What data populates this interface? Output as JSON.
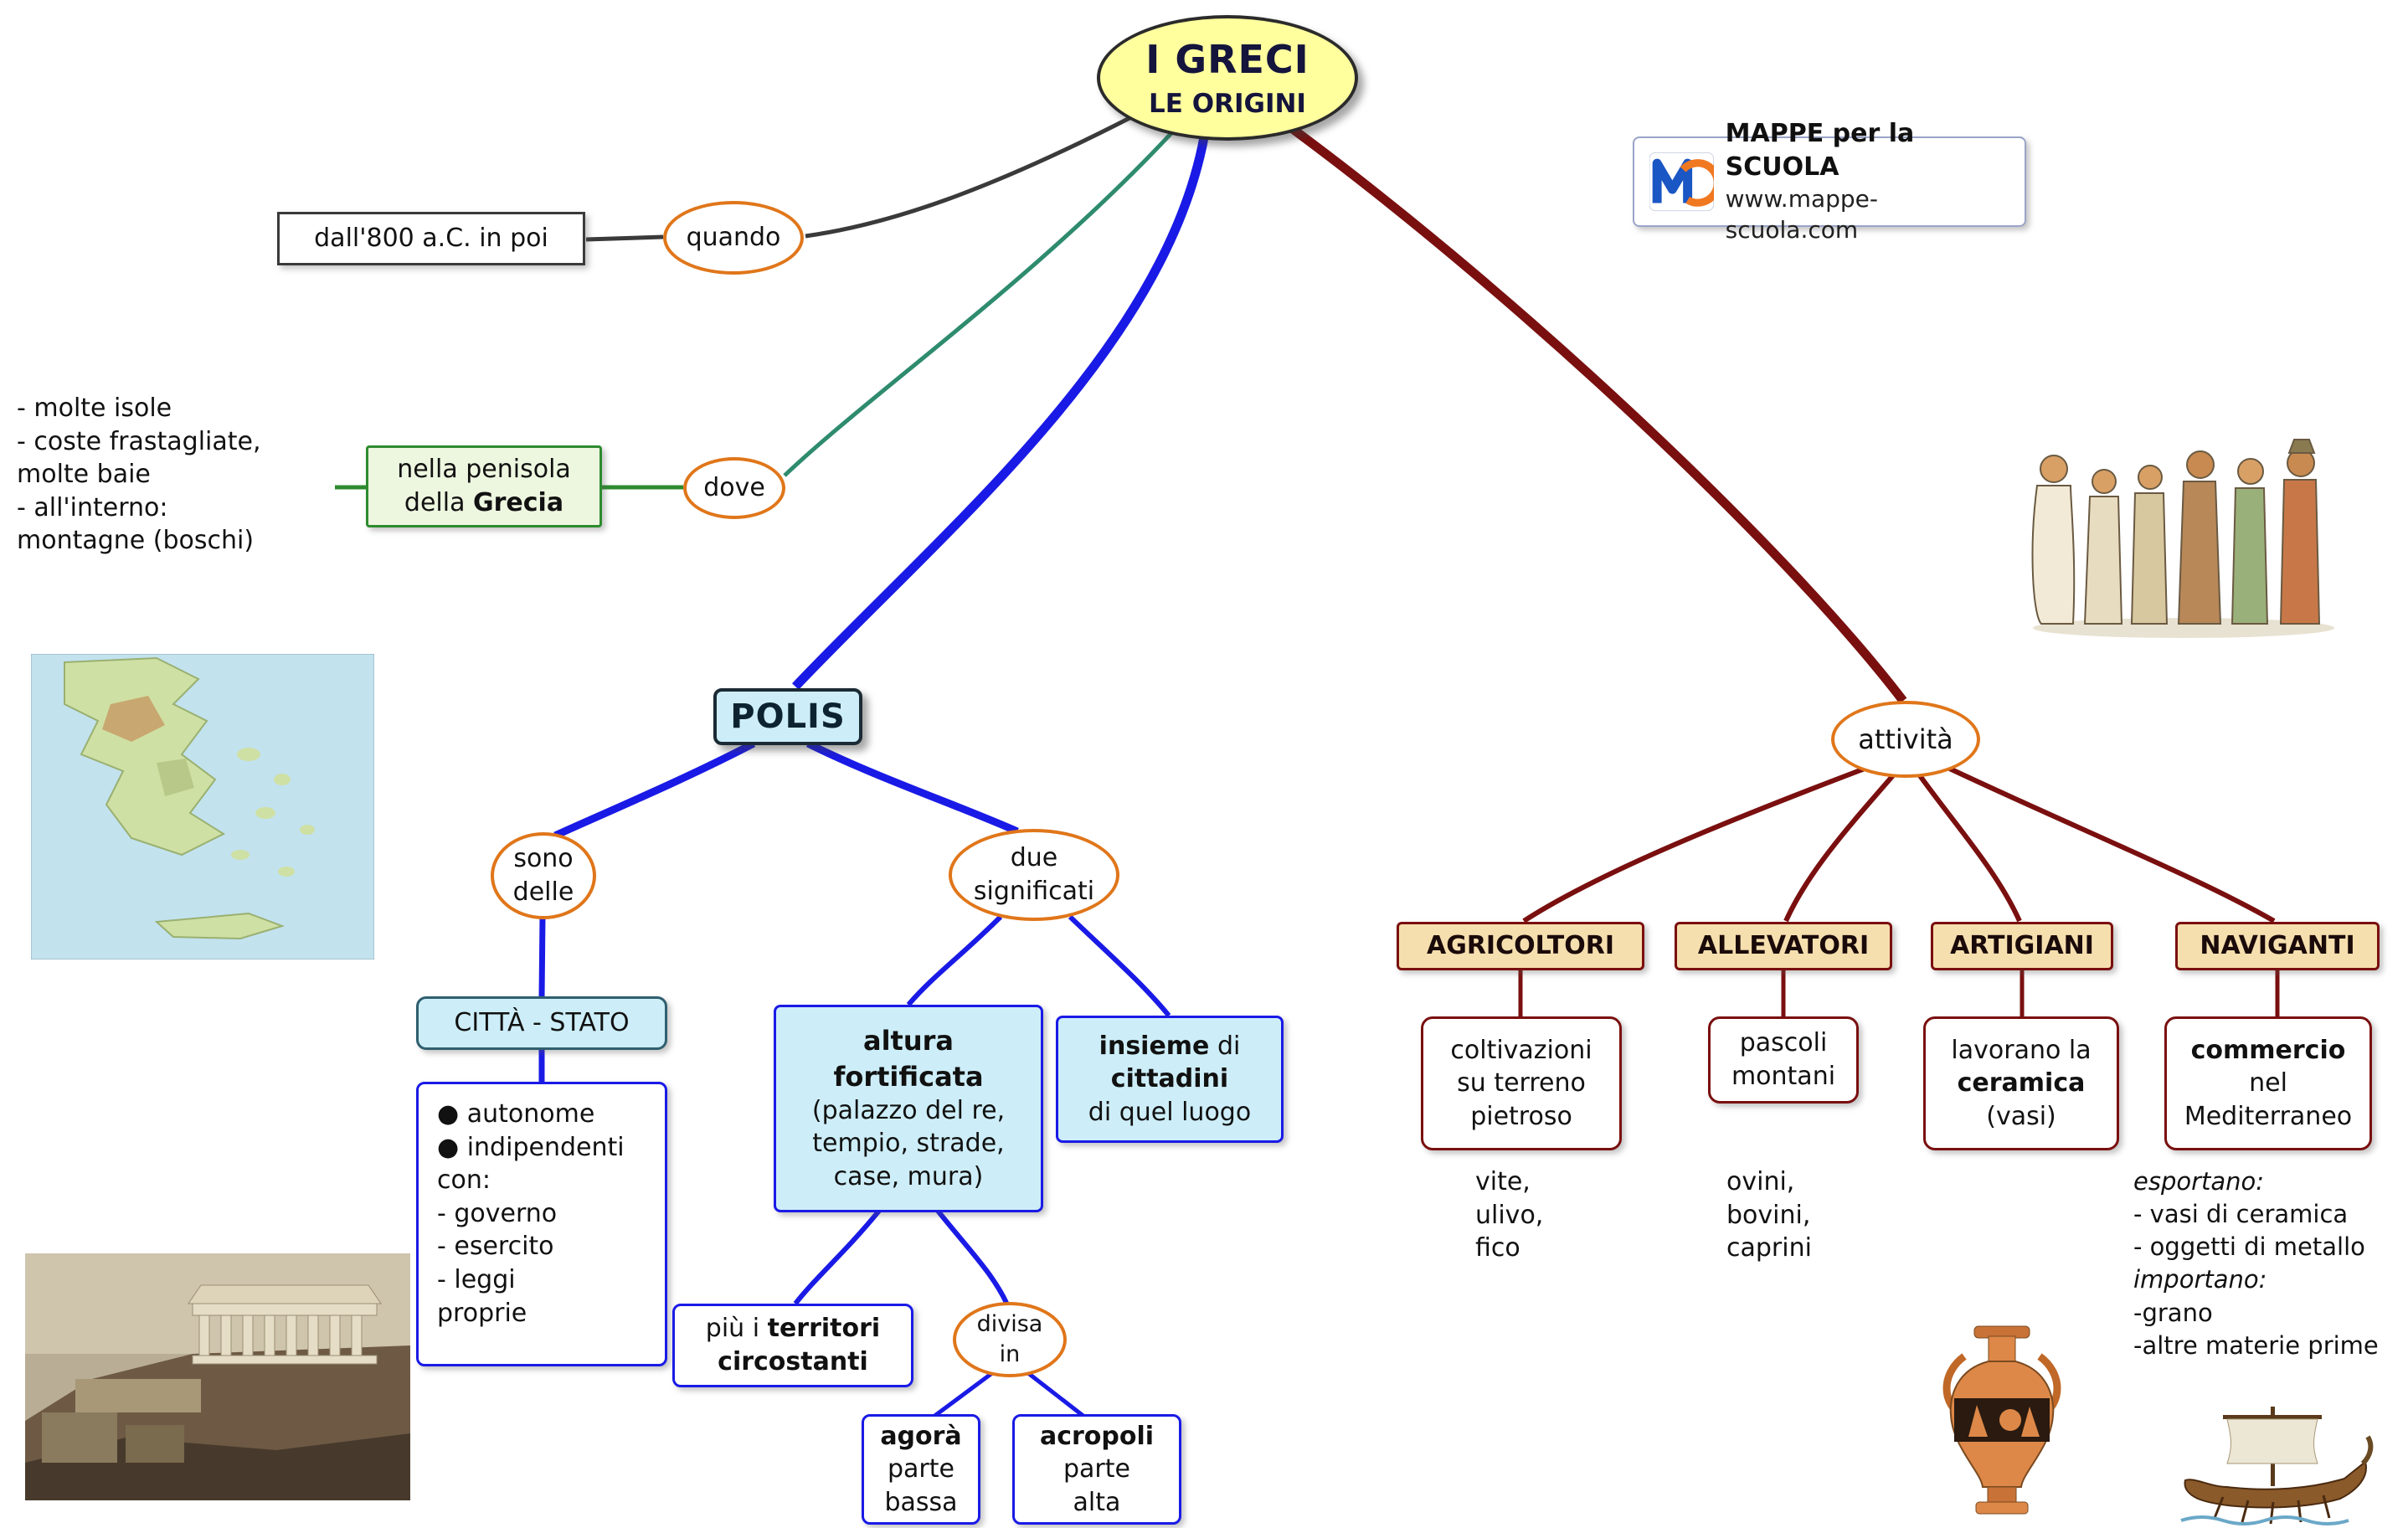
{
  "colors": {
    "yellow_node": "#ffff9e",
    "orange_border": "#e0761a",
    "blue_line": "#1a1ae6",
    "dark_red_line": "#7a0f0f",
    "green_line": "#2e8b2e",
    "teal_line": "#2e8b6e",
    "black_line": "#3a3a3a",
    "cyan_fill": "#cdeef8",
    "tan_fill": "#f6dfae",
    "green_fill": "#edf6df",
    "logo_blue": "#1a56c4",
    "logo_orange": "#f07820"
  },
  "root": {
    "title": "I GRECI",
    "subtitle": "LE ORIGINI"
  },
  "logo": {
    "name": "MAPPE per la SCUOLA",
    "site": "www.mappe-scuola.com"
  },
  "when": {
    "connector": "quando",
    "value": "dall'800 a.C. in poi"
  },
  "where": {
    "connector": "dove",
    "box_line1": "nella penisola",
    "box_line2_normal": "della ",
    "box_line2_bold": "Grecia",
    "notes": "- molte isole\n- coste frastagliate,\n  molte baie\n- all'interno:\n  montagne (boschi)"
  },
  "polis": {
    "title": "POLIS",
    "sono_delle": "sono\ndelle",
    "citta_stato": "CITTÀ - STATO",
    "citta_props": "● autonome\n● indipendenti\ncon:\n- governo\n- esercito\n- leggi\nproprie",
    "due_significati": "due\nsignificati",
    "altura_bold": "altura\nfortificata",
    "altura_rest": "(palazzo del re,\ntempio, strade,\ncase, mura)",
    "insieme_bold1": "insieme",
    "insieme_norm1": " di",
    "insieme_bold2": "cittadini",
    "insieme_norm2": "di quel luogo",
    "territori_norm": "più i ",
    "territori_bold1": "territori",
    "territori_bold2": "circostanti",
    "divisa_in": "divisa\nin",
    "agora_bold": "agorà",
    "agora_rest": "parte\nbassa",
    "acropoli_bold": "acropoli",
    "acropoli_rest": "parte\nalta"
  },
  "attivita": {
    "connector": "attività",
    "agricoltori": {
      "title": "AGRICOLTORI",
      "desc": "coltivazioni\nsu terreno\npietroso",
      "items": "vite,\nulivo,\nfico"
    },
    "allevatori": {
      "title": "ALLEVATORI",
      "desc": "pascoli\nmontani",
      "items": "ovini,\nbovini,\ncaprini"
    },
    "artigiani": {
      "title": "ARTIGIANI",
      "desc_norm1": "lavorano la",
      "desc_bold": "ceramica",
      "desc_norm2": "(vasi)"
    },
    "naviganti": {
      "title": "NAVIGANTI",
      "desc_bold": "commercio",
      "desc_norm1": "nel",
      "desc_norm2": "Mediterraneo",
      "exports_label": "esportano:",
      "exports": "- vasi di ceramica\n- oggetti di metallo",
      "imports_label": "importano:",
      "imports": "-grano\n-altre materie prime"
    }
  }
}
